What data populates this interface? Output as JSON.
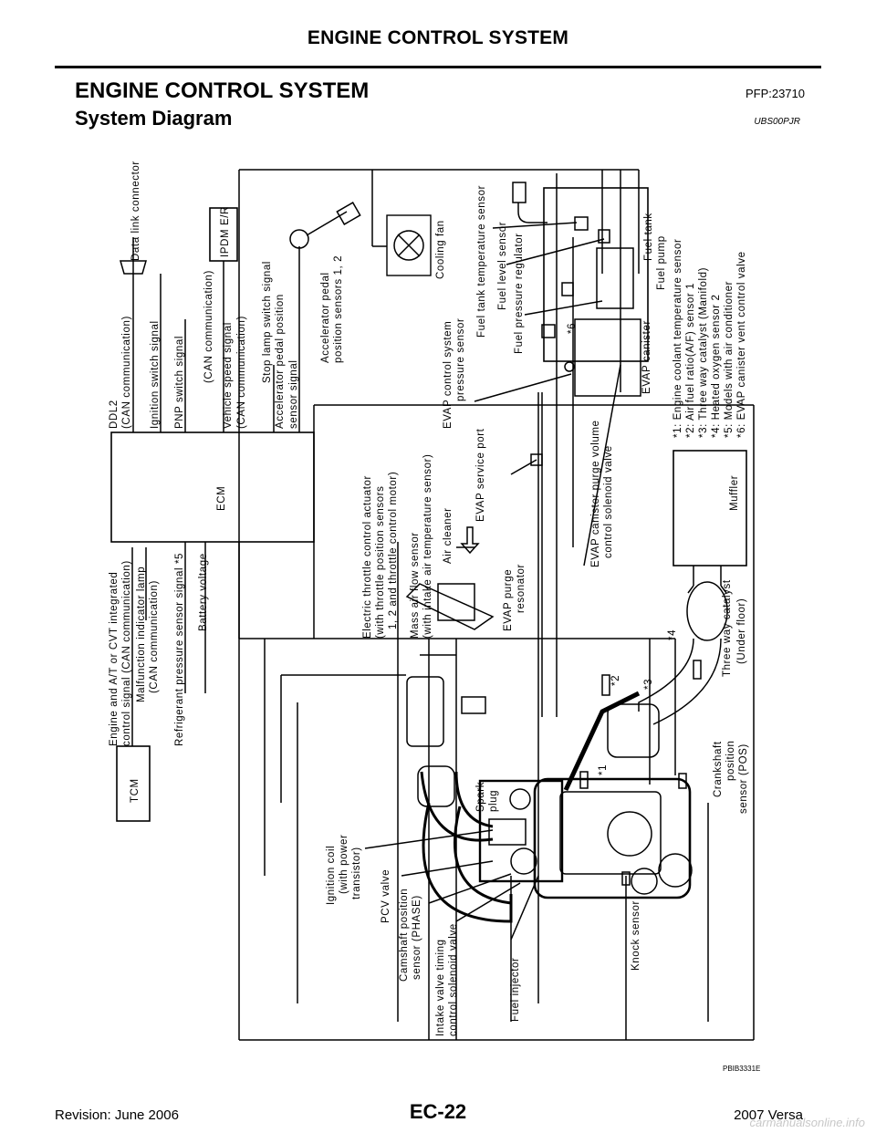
{
  "header": {
    "running_title": "ENGINE CONTROL SYSTEM"
  },
  "section": {
    "title": "ENGINE CONTROL SYSTEM",
    "code": "PFP:23710"
  },
  "subsection": {
    "title": "System Diagram",
    "code": "UBS00PJR"
  },
  "diagram": {
    "figure_code": "PBIB3331E",
    "labels": {
      "tcm": "TCM",
      "ecm": "ECM",
      "ipdm": "IPDM E/R",
      "engine_at_1": "Engine and A/T or CVT integrated",
      "engine_at_2": "control signal (CAN communication)",
      "mil_1": "Malfunction indicator lamp",
      "mil_2": "(CAN communication)",
      "refrigerant": "Refrigerant pressure sensor signal *5",
      "battery": "Battery voltage",
      "ddl2_1": "DDL2",
      "ddl2_2": "(CAN communication)",
      "ignition_switch": "Ignition switch signal",
      "pnp": "PNP switch signal",
      "can_comm": "(CAN communication)",
      "vss_1": "Vehicle speed signal",
      "vss_2": "(CAN communication)",
      "stop_lamp": "Stop lamp switch signal",
      "app_sig_1": "Accelerator pedal position",
      "app_sig_2": "sensor signal",
      "data_link": "Data link connector",
      "app_sensor_1": "Accelerator pedal",
      "app_sensor_2": "position sensors 1, 2",
      "cooling_fan": "Cooling fan",
      "etc_1": "Electric throttle control actuator",
      "etc_2": "(with throttle position sensors",
      "etc_3": "1, 2 and throttle control motor)",
      "maf_1": "Mass air flow sensor",
      "maf_2": "(with intake air temperature sensor)",
      "air_cleaner": "Air cleaner",
      "evap_service": "EVAP service port",
      "evap_press_1": "EVAP control system",
      "evap_press_2": "pressure sensor",
      "fuel_temp": "Fuel tank temperature sensor",
      "fuel_level": "Fuel level sensor",
      "fuel_reg": "Fuel pressure regulator",
      "evap_purge_res_1": "EVAP purge",
      "evap_purge_res_2": "resonator",
      "evap_purge_valve_1": "EVAP canister purge volume",
      "evap_purge_valve_2": "control solenoid valve",
      "evap_canister": "EVAP canister",
      "fuel_tank": "Fuel tank",
      "fuel_pump": "Fuel pump",
      "muffler": "Muffler",
      "twc_1": "Three way catalyst",
      "twc_2": "(Under floor)",
      "ckp_1": "Crankshaft",
      "ckp_2": "position",
      "ckp_3": "sensor (POS)",
      "spark_1": "Spark",
      "spark_2": "plug",
      "ign_coil_1": "Ignition coil",
      "ign_coil_2": "(with power",
      "ign_coil_3": "transistor)",
      "pcv": "PCV valve",
      "cmp_1": "Camshaft position",
      "cmp_2": "sensor (PHASE)",
      "ivt_1": "Intake valve timing",
      "ivt_2": "control solenoid valve",
      "fuel_injector": "Fuel injector",
      "knock": "Knock sensor",
      "m1": "*1",
      "m2": "*2",
      "m3": "*3",
      "m4": "*4",
      "m6": "*6",
      "note1": "*1: Engine coolant temperature sensor",
      "note2": "*2: Air fuel ratio(A/F) sensor 1",
      "note3": "*3: Three way catalyst (Manifold)",
      "note4": "*4: Heated oxygen sensor 2",
      "note5": "*5: Models with air conditioner",
      "note6": "*6: EVAP canister vent control valve"
    }
  },
  "footer": {
    "page_number": "EC-22",
    "revision": "Revision: June 2006",
    "model": "2007 Versa",
    "watermark": "carmanualsonline.info"
  }
}
